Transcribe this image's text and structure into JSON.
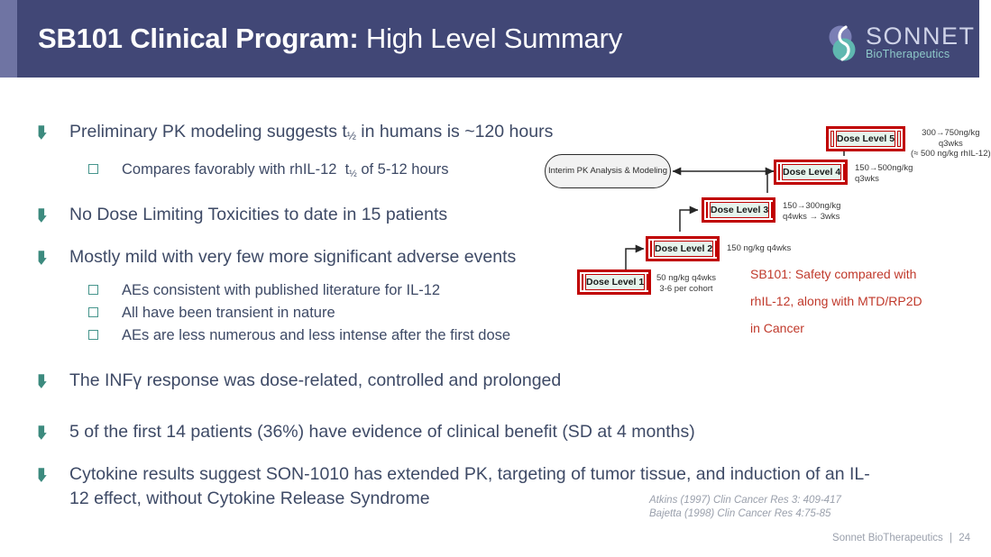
{
  "header": {
    "title_strong": "SB101 Clinical Program:",
    "title_light": "High Level Summary",
    "band_color": "#414776",
    "strip_color": "#6f74a3"
  },
  "logo": {
    "mark_name": "sonnet-yin-yang-mark",
    "wordmark": "SONNET",
    "tagline": "BioTherapeutics",
    "purple": "#7b7fb5",
    "teal": "#5fb8b0"
  },
  "bullets": [
    {
      "level": 1,
      "text": "Preliminary PK modeling suggests t½ in humans is ~120 hours",
      "marker": "leaf-bullet-icon"
    },
    {
      "level": 2,
      "text": "Compares favorably with rhIL-12  t½ of 5-12 hours",
      "marker": "square-bullet-icon"
    },
    {
      "level": 1,
      "text": "No Dose Limiting Toxicities to date in 15 patients",
      "marker": "leaf-bullet-icon"
    },
    {
      "level": 1,
      "text": "Mostly mild with very few more significant adverse events",
      "marker": "leaf-bullet-icon"
    },
    {
      "level": 2,
      "text": "AEs consistent with published literature for IL-12",
      "marker": "square-bullet-icon"
    },
    {
      "level": 2,
      "text": "All have been transient in nature",
      "marker": "square-bullet-icon"
    },
    {
      "level": 2,
      "text": "AEs are less numerous and less intense after the first dose",
      "marker": "square-bullet-icon"
    },
    {
      "level": 1,
      "text": "The INFγ response was dose-related, controlled and prolonged",
      "marker": "leaf-bullet-icon"
    },
    {
      "level": 1,
      "text": "5 of the first 14 patients (36%) have evidence of clinical benefit (SD at 4 months)",
      "marker": "leaf-bullet-icon"
    },
    {
      "level": 1,
      "text": "Cytokine results suggest SON-1010 has extended PK, targeting of tumor tissue, and induction of an IL-12 effect, without Cytokine Release Syndrome",
      "marker": "leaf-bullet-icon"
    }
  ],
  "diagram": {
    "pk_node": "Interim PK Analysis & Modeling",
    "dose_levels": [
      {
        "label": "Dose Level 1",
        "note": "50 ng/kg q4wks\n3-6 per cohort"
      },
      {
        "label": "Dose Level 2",
        "note": "150 ng/kg q4wks"
      },
      {
        "label": "Dose Level 3",
        "note": "150→300ng/kg\nq4wks → 3wks"
      },
      {
        "label": "Dose Level 4",
        "note": "150→500ng/kg\nq3wks"
      },
      {
        "label": "Dose Level 5",
        "note": "300→750ng/kg\nq3wks\n(≈ 500 ng/kg rhIL-12)"
      }
    ],
    "box_border_color": "#c00000",
    "box_fill_color": "#e6f4ec"
  },
  "callout": {
    "line1": "SB101: Safety compared with",
    "line2": "rhIL-12, along with MTD/RP2D",
    "line3": "in Cancer",
    "color": "#c0392b"
  },
  "citations": [
    "Atkins (1997) Clin Cancer Res 3: 409-417",
    "Bajetta (1998) Clin Cancer Res 4:75-85"
  ],
  "footer": {
    "company": "Sonnet BioTherapeutics",
    "separator": "|",
    "page_number": "24"
  }
}
